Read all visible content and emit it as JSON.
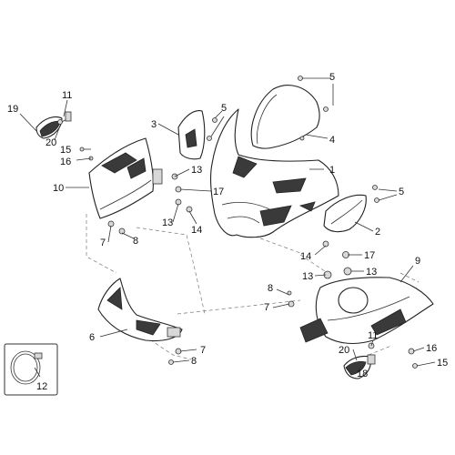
{
  "diagram": {
    "callouts": [
      {
        "id": "c1",
        "label": "1"
      },
      {
        "id": "c2",
        "label": "2"
      },
      {
        "id": "c3",
        "label": "3"
      },
      {
        "id": "c4",
        "label": "4"
      },
      {
        "id": "c5a",
        "label": "5"
      },
      {
        "id": "c5b",
        "label": "5"
      },
      {
        "id": "c5c",
        "label": "5"
      },
      {
        "id": "c6",
        "label": "6"
      },
      {
        "id": "c7a",
        "label": "7"
      },
      {
        "id": "c7b",
        "label": "7"
      },
      {
        "id": "c7c",
        "label": "7"
      },
      {
        "id": "c8a",
        "label": "8"
      },
      {
        "id": "c8b",
        "label": "8"
      },
      {
        "id": "c8c",
        "label": "8"
      },
      {
        "id": "c9",
        "label": "9"
      },
      {
        "id": "c10",
        "label": "10"
      },
      {
        "id": "c11a",
        "label": "11"
      },
      {
        "id": "c11b",
        "label": "11"
      },
      {
        "id": "c12",
        "label": "12"
      },
      {
        "id": "c13a",
        "label": "13"
      },
      {
        "id": "c13b",
        "label": "13"
      },
      {
        "id": "c13c",
        "label": "13"
      },
      {
        "id": "c13d",
        "label": "13"
      },
      {
        "id": "c14a",
        "label": "14"
      },
      {
        "id": "c14b",
        "label": "14"
      },
      {
        "id": "c15a",
        "label": "15"
      },
      {
        "id": "c15b",
        "label": "15"
      },
      {
        "id": "c16a",
        "label": "16"
      },
      {
        "id": "c16b",
        "label": "16"
      },
      {
        "id": "c17a",
        "label": "17"
      },
      {
        "id": "c17b",
        "label": "17"
      },
      {
        "id": "c18",
        "label": "18"
      },
      {
        "id": "c19",
        "label": "19"
      },
      {
        "id": "c20a",
        "label": "20"
      },
      {
        "id": "c20b",
        "label": "20"
      }
    ]
  }
}
